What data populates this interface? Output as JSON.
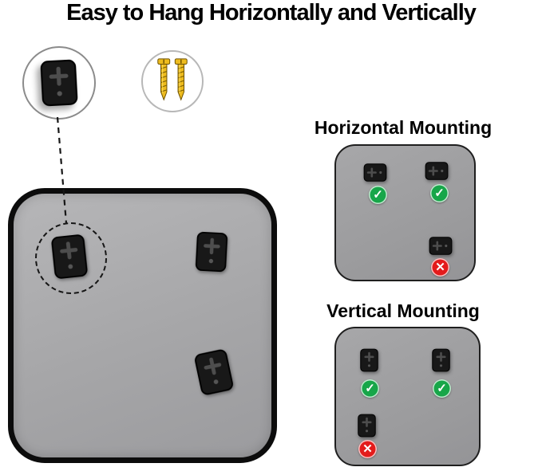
{
  "title": "Easy to Hang Horizontally and Vertically",
  "sections": {
    "horizontal": {
      "heading": "Horizontal Mounting"
    },
    "vertical": {
      "heading": "Vertical Mounting"
    }
  },
  "marks": {
    "check": "✓",
    "cross": "✕"
  },
  "icons": {
    "wall_bracket": "keyhole-wall-bracket-icon",
    "screws": "two-gold-screws-icon",
    "check": "green-check-icon",
    "cross": "red-cross-icon"
  },
  "colors": {
    "check_green": "#17a649",
    "cross_red": "#e31b1b",
    "mirror_gray": "#a8a8aa",
    "frame_black": "#0c0c0c",
    "screw_gold": "#edbb1e",
    "background": "#ffffff"
  }
}
